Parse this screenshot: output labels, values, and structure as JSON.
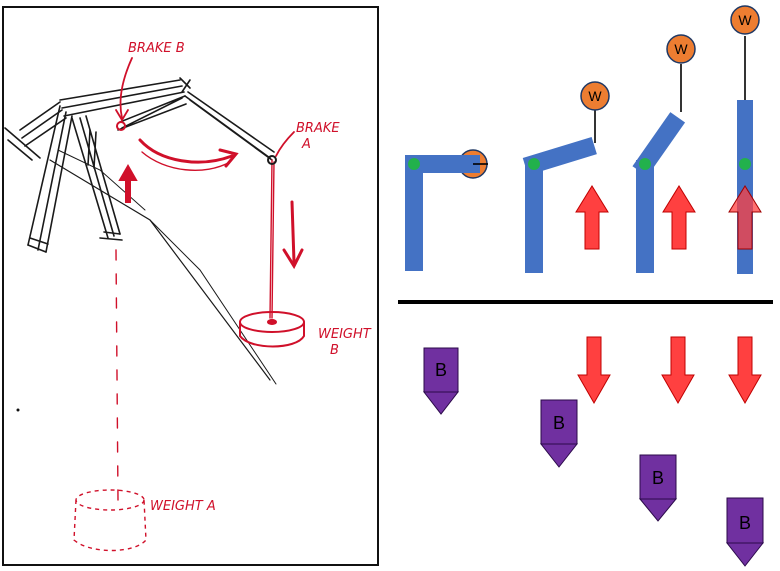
{
  "sketch": {
    "labels": {
      "brake_b": "BRAKE B",
      "brake_a_line1": "BRAKE",
      "brake_a_line2": "A",
      "weight_b_line1": "WEIGHT",
      "weight_b_line2": "B",
      "weight_a": "WEIGHT A"
    }
  },
  "diagram": {
    "weight_label": "W",
    "block_label": "B",
    "colors": {
      "arm": "#4472c4",
      "joint": "#22b14c",
      "weight": "#ed7d31",
      "up_arrow": "#ff4040",
      "down_arrow": "#ff4040",
      "block": "#7030a0",
      "sketch_red": "#d0102a",
      "divider": "#000000"
    }
  }
}
